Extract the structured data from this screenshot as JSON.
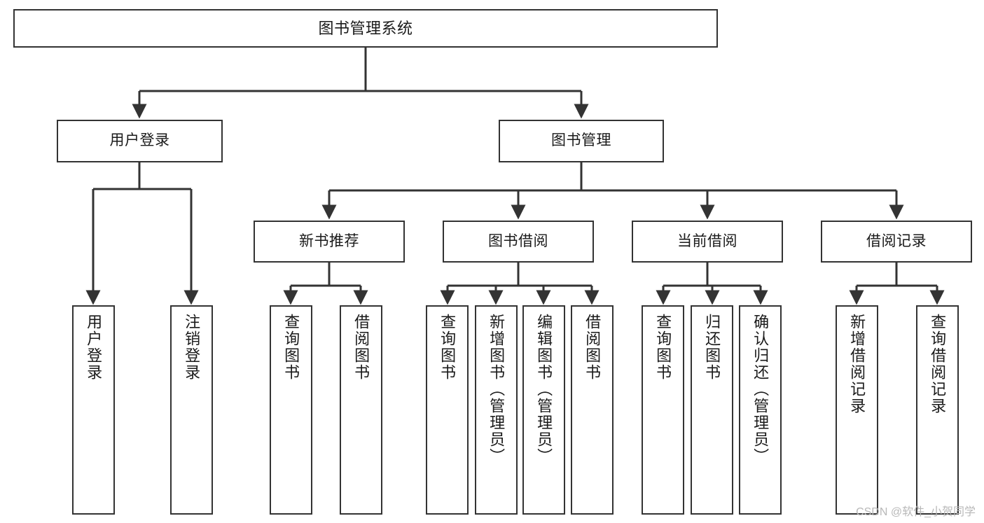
{
  "diagram": {
    "title": "图书管理系统",
    "type": "tree-hierarchy-chart",
    "root": {
      "id": "root",
      "label": "图书管理系统"
    },
    "level2": [
      {
        "id": "user-login",
        "label": "用户登录"
      },
      {
        "id": "book-management",
        "label": "图书管理"
      }
    ],
    "level3": [
      {
        "id": "new-book-recommend",
        "label": "新书推荐",
        "parent": "book-management"
      },
      {
        "id": "book-borrow",
        "label": "图书借阅",
        "parent": "book-management"
      },
      {
        "id": "current-borrow",
        "label": "当前借阅",
        "parent": "book-management"
      },
      {
        "id": "borrow-record",
        "label": "借阅记录",
        "parent": "book-management"
      }
    ],
    "leaves": {
      "user-login": [
        {
          "id": "leaf-user-login",
          "label": "用户登录"
        },
        {
          "id": "leaf-user-logout",
          "label": "注销登录"
        }
      ],
      "new-book-recommend": [
        {
          "id": "leaf-query-book-1",
          "label": "查询图书"
        },
        {
          "id": "leaf-borrow-book-1",
          "label": "借阅图书"
        }
      ],
      "book-borrow": [
        {
          "id": "leaf-query-book-2",
          "label": "查询图书"
        },
        {
          "id": "leaf-add-book",
          "label": "新增图书（管理员）"
        },
        {
          "id": "leaf-edit-book",
          "label": "编辑图书（管理员）"
        },
        {
          "id": "leaf-borrow-book-2",
          "label": "借阅图书"
        }
      ],
      "current-borrow": [
        {
          "id": "leaf-query-book-3",
          "label": "查询图书"
        },
        {
          "id": "leaf-return-book",
          "label": "归还图书"
        },
        {
          "id": "leaf-confirm-return",
          "label": "确认归还（管理员）"
        }
      ],
      "borrow-record": [
        {
          "id": "leaf-add-record",
          "label": "新增借阅记录"
        },
        {
          "id": "leaf-query-record",
          "label": "查询借阅记录"
        }
      ]
    },
    "watermark": "CSDN @软件_小贺同学",
    "colors": {
      "stroke": "#333333",
      "fill": "#ffffff",
      "text": "#1a1a1a",
      "watermark": "#b8b8b8"
    }
  }
}
